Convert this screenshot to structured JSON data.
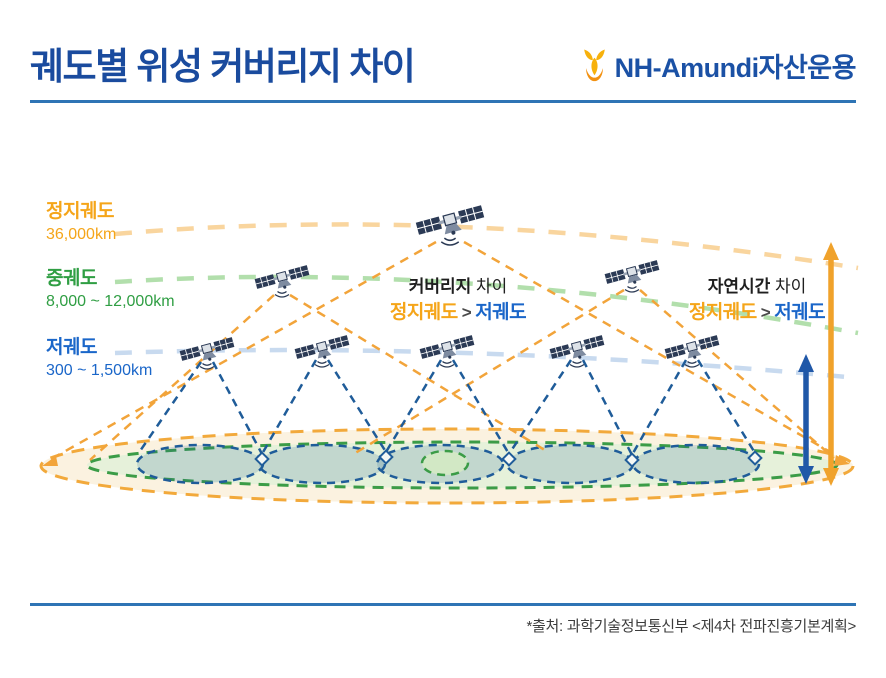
{
  "header": {
    "title": "궤도별 위성 커버리지 차이",
    "logo": {
      "brand": "NH-Amundi",
      "suffix": "자산운용"
    }
  },
  "orbits": [
    {
      "id": "geo",
      "name": "정지궤도",
      "range": "36,000km",
      "color": "#F5A519"
    },
    {
      "id": "meo",
      "name": "중궤도",
      "range": "8,000 ~ 12,000km",
      "color": "#2F9E43"
    },
    {
      "id": "leo",
      "name": "저궤도",
      "range": "300 ~ 1,500km",
      "color": "#1A66C9"
    }
  ],
  "annotations": {
    "coverage": {
      "title_strong": "커버리지",
      "title_rest": " 차이",
      "left": "정지궤도",
      "comparator": ">",
      "right": "저궤도"
    },
    "latency": {
      "title_strong": "자연시간",
      "title_rest": " 차이",
      "left": "정지궤도",
      "comparator": ">",
      "right": "저궤도"
    }
  },
  "footer": {
    "source": "*출처: 과학기술정보통신부 <제4차 전파진흥기본계획>"
  },
  "colors": {
    "title_blue": "#1A4B9E",
    "rule_blue": "#2E74B5",
    "logo_blue": "#1B51A5",
    "logo_yellow": "#F7B10C",
    "orange_strong": "#F2A43A",
    "orange_orbit_faded": "#F9D59E",
    "orange_ground_fill": "#FBF2E0",
    "green_strong": "#3B9C47",
    "green_orbit_faded": "#B2DFAC",
    "green_ground_fill": "#E6F1DA",
    "navy_cone": "#1F5C99",
    "blue_orbit_faded": "#C8DAEF",
    "arrow_blue": "#2058A8"
  }
}
